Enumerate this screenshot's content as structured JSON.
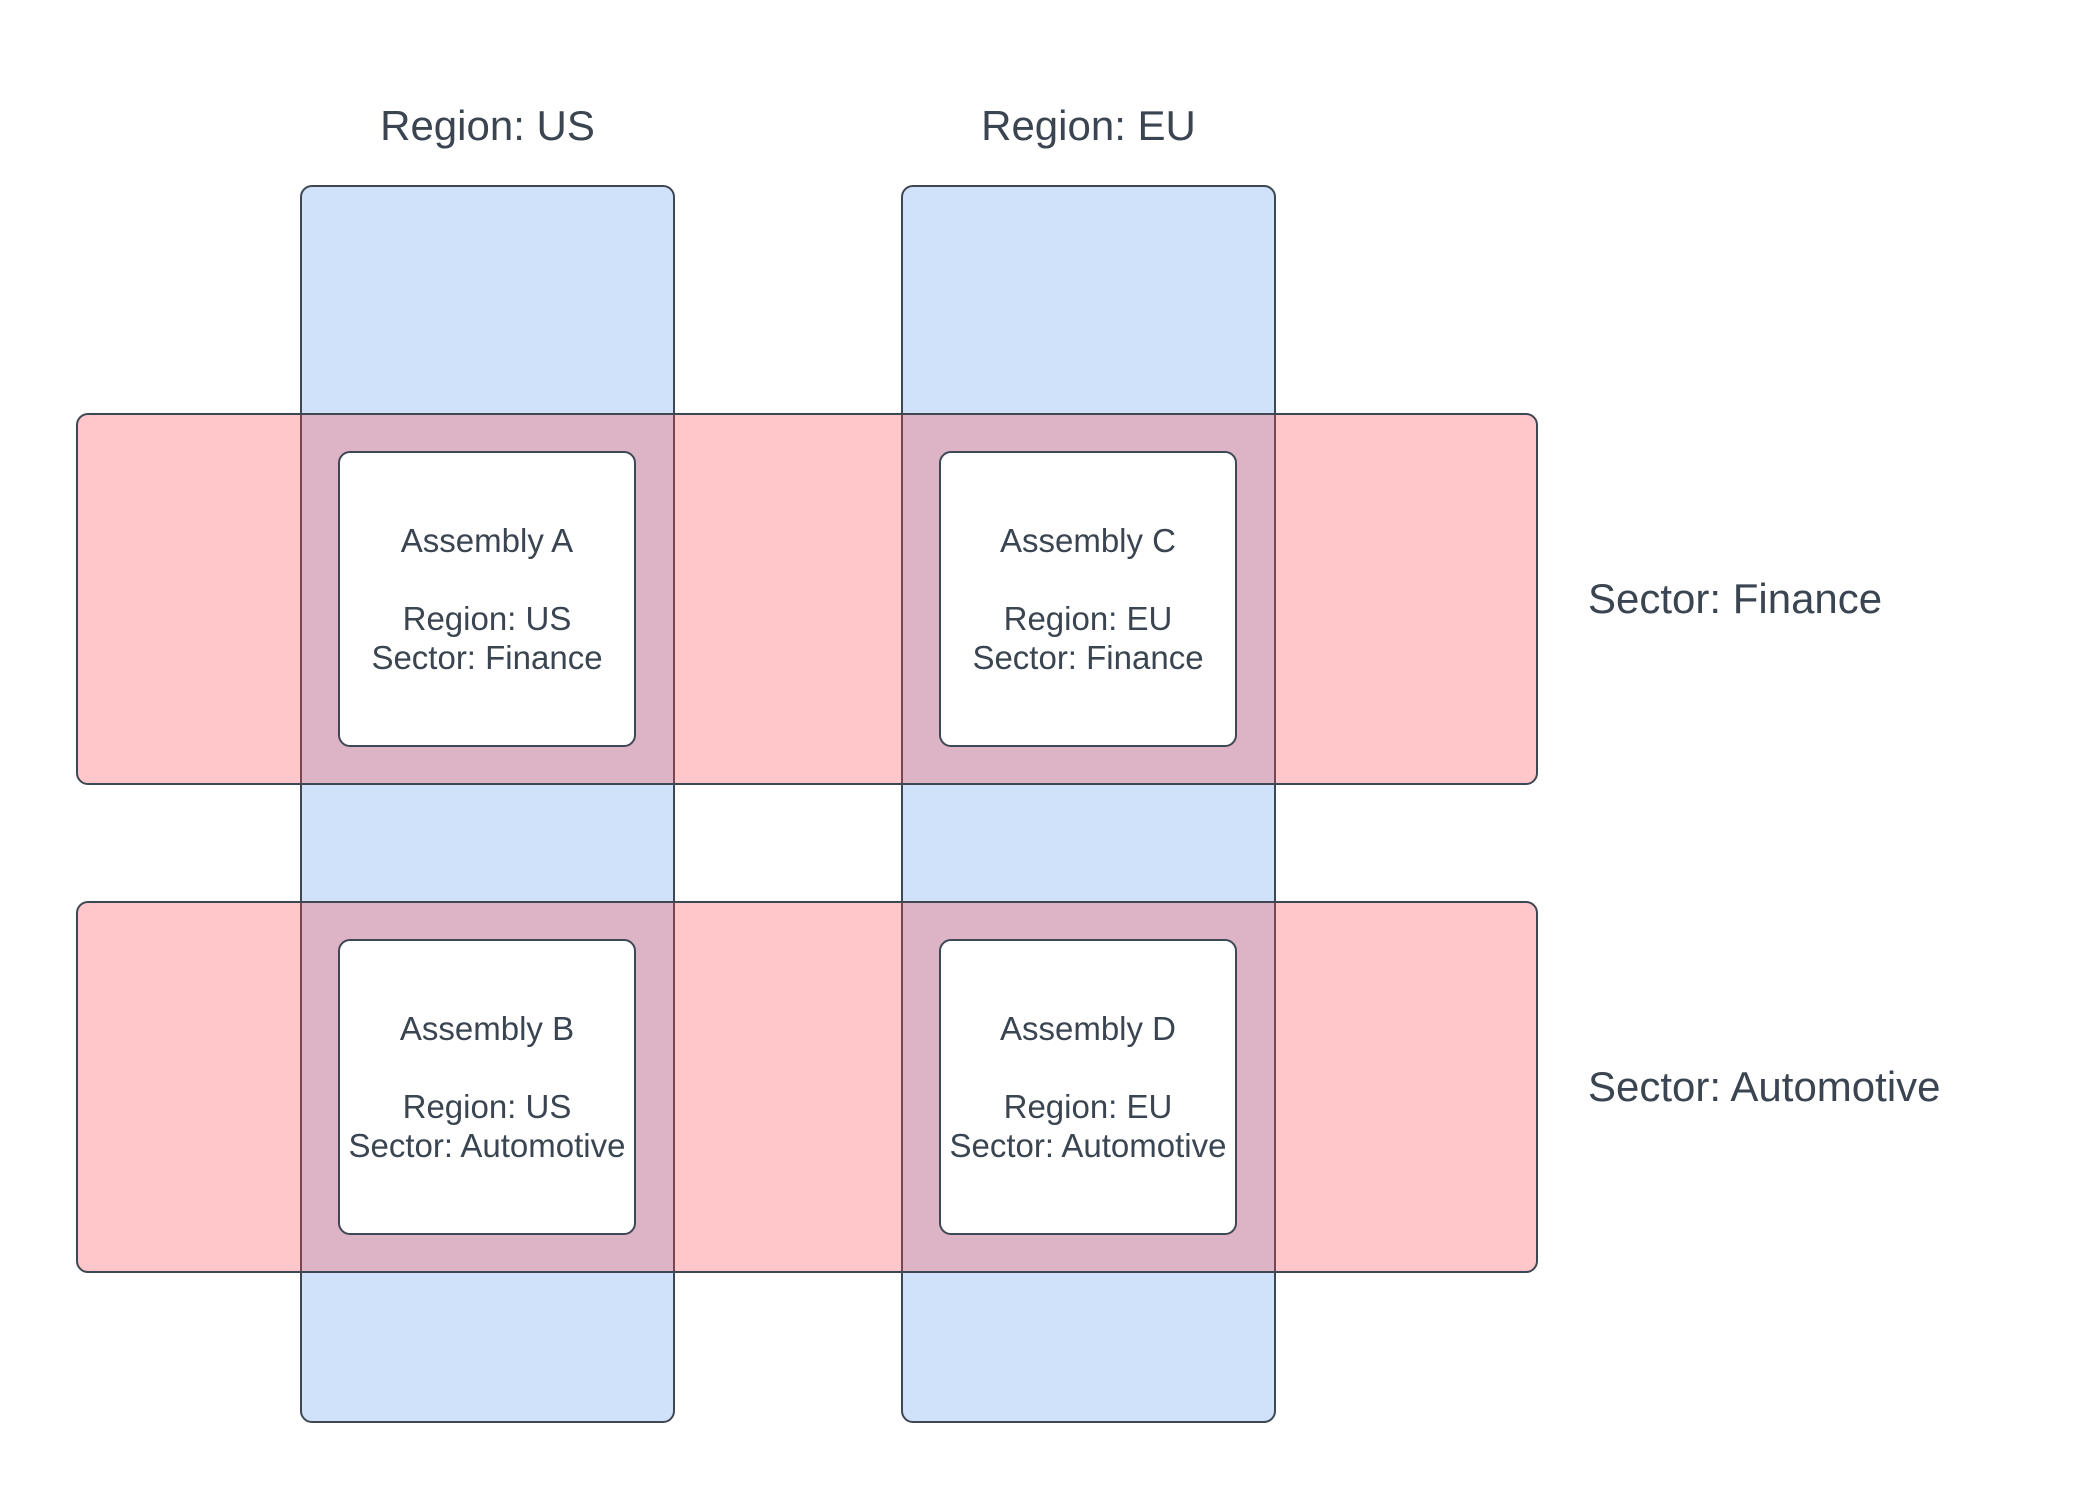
{
  "diagram": {
    "columns": [
      {
        "id": "us",
        "header": "Region: US"
      },
      {
        "id": "eu",
        "header": "Region: EU"
      }
    ],
    "rows": [
      {
        "id": "finance",
        "label": "Sector: Finance"
      },
      {
        "id": "automotive",
        "label": "Sector: Automotive"
      }
    ],
    "assemblies": [
      {
        "title": "Assembly A",
        "region": "Region: US",
        "sector": "Sector: Finance"
      },
      {
        "title": "Assembly B",
        "region": "Region: US",
        "sector": "Sector: Automotive"
      },
      {
        "title": "Assembly C",
        "region": "Region: EU",
        "sector": "Sector: Finance"
      },
      {
        "title": "Assembly D",
        "region": "Region: EU",
        "sector": "Sector: Automotive"
      }
    ],
    "colors": {
      "region_column_fill": "#cfe2fa",
      "sector_row_fill": "#ffc9cc",
      "overlap_fill": "#ddb3c7",
      "shape_border": "#3e4754",
      "card_fill": "#ffffff",
      "text": "#3b4551",
      "background": "#ffffff"
    }
  }
}
